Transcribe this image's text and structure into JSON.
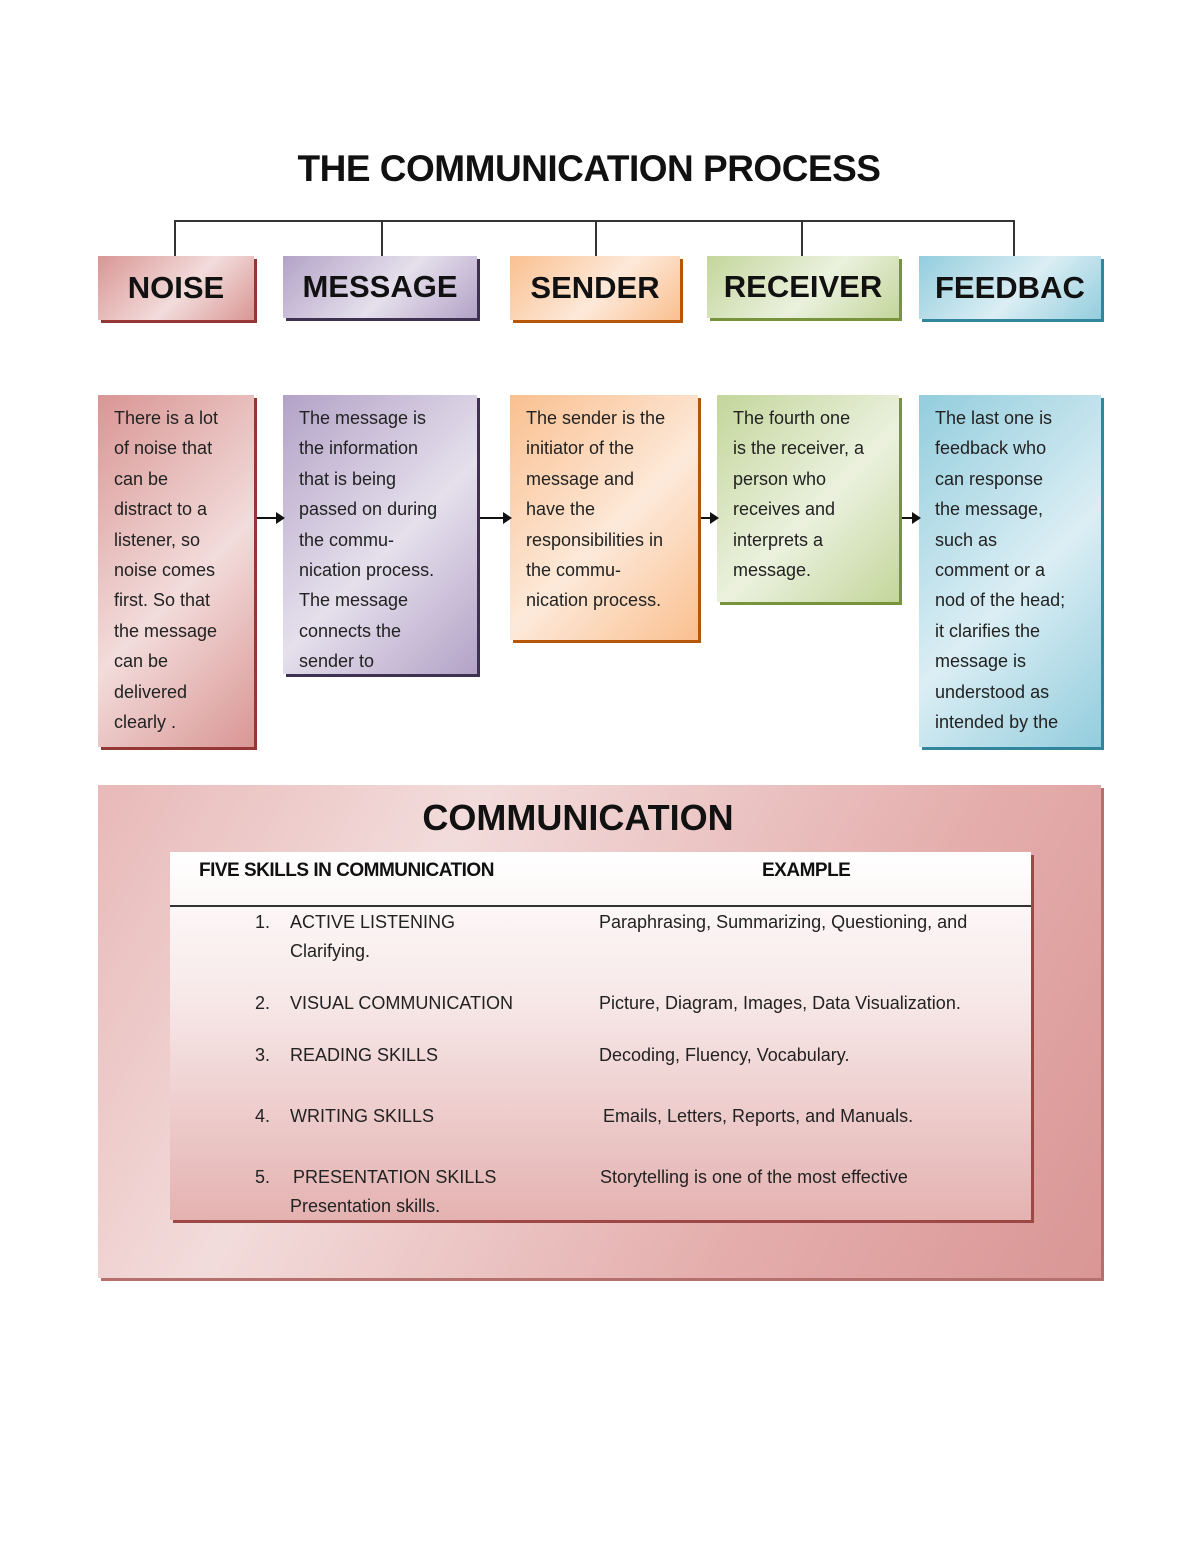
{
  "title": "THE COMMUNICATION PROCESS",
  "headers": [
    "NOISE",
    "MESSAGE",
    "SENDER",
    "RECEIVER",
    "FEEDBAC"
  ],
  "descriptions": [
    [
      "There is a lot",
      "of noise that",
      "can be",
      "distract to a",
      "listener, so",
      "noise comes",
      "first. So that",
      "the message",
      "can be",
      "delivered",
      "clearly ."
    ],
    [
      "The message is",
      "the information",
      "that is being",
      "passed on during",
      "the commu-",
      "nication process.",
      "The message",
      "connects the",
      "sender to"
    ],
    [
      "The sender is the",
      "initiator of the",
      "message and",
      "have the",
      "responsibilities in",
      "the commu-",
      "nication process."
    ],
    [
      "The fourth one",
      "is the receiver, a",
      "person who",
      "receives and",
      "interprets a",
      "message."
    ],
    [
      "The last one is",
      "feedback who",
      "can response",
      "the message,",
      "such as",
      "comment or a",
      "nod of the head;",
      "it clarifies the",
      "message is",
      "understood as",
      "intended by the"
    ]
  ],
  "communication": {
    "title": "COMMUNICATION",
    "col1": "FIVE SKILLS IN COMMUNICATION",
    "col2": "EXAMPLE",
    "rows": [
      {
        "num": "1.",
        "skill": "ACTIVE LISTENING",
        "skill_cont": "Clarifying.",
        "example": "Paraphrasing, Summarizing, Questioning, and"
      },
      {
        "num": "2.",
        "skill": "VISUAL COMMUNICATION",
        "example": "Picture, Diagram, Images, Data Visualization."
      },
      {
        "num": "3.",
        "skill": "READING SKILLS",
        "example": "Decoding, Fluency, Vocabulary."
      },
      {
        "num": "4.",
        "skill": "WRITING SKILLS",
        "example": "Emails, Letters, Reports, and Manuals."
      },
      {
        "num": "5.",
        "skill": "PRESENTATION SKILLS",
        "skill_cont": "Presentation skills.",
        "example": "Storytelling is one of the most effective"
      }
    ]
  }
}
